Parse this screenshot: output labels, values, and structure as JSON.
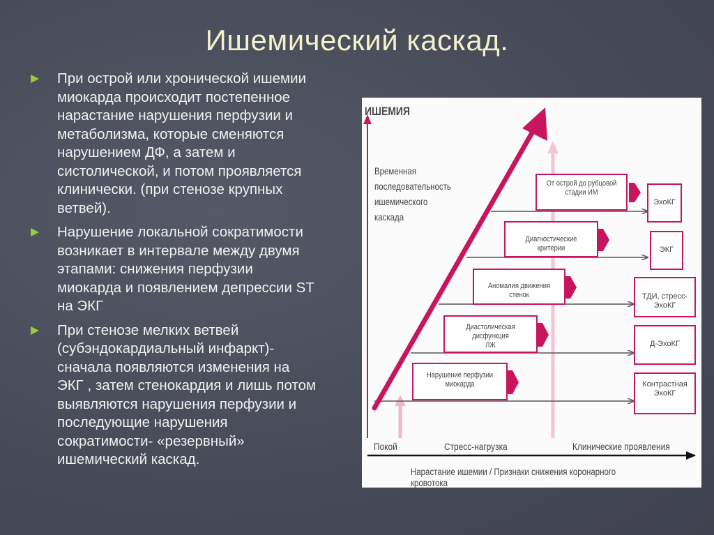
{
  "title": "Ишемический каскад.",
  "bullets": [
    {
      "text": "При острой  или хронической  ишемии\nмиокарда происходит постепенное\nнарастание  нарушения перфузии и\nметаболизма, которые сменяются\nнарушением ДФ, а затем и\nсистолической, и потом проявляется\nклинически. (при стенозе крупных\nветвей)."
    },
    {
      "text": "Нарушение локальной сократимости\nвозникает  в интервале между  двумя\nэтапами: снижения перфузии\nмиокарда  и появлением депрессии ST\nна ЭКГ"
    },
    {
      "text": "При стенозе мелких ветвей\n(субэндокардиальный инфаркт)-\nсначала появляются изменения на\nЭКГ , затем стенокардия и лишь потом\nвыявляются нарушения перфузии и\nпоследующие нарушения\nсократимости- «резервный»\nишемический каскад."
    }
  ],
  "diagram": {
    "y_axis_label": "ИШЕМИЯ",
    "sequence_label": "Временная\nпоследовательность\nишемического\nкаскада",
    "stages": [
      {
        "label": "От острой до рубцовой\nстадии ИМ",
        "method": "ЭхоКГ"
      },
      {
        "label": "Диагностические критерии",
        "method": "ЭКГ"
      },
      {
        "label": "Аномалия движения стенок",
        "method": "ТДИ, стресс-ЭхоКГ"
      },
      {
        "label": "Диастолическая дисфункция\nЛЖ",
        "method": "Д-ЭхоКГ"
      },
      {
        "label": "Нарушение перфузии\nмиокарда",
        "method": "Контрастная\nЭхоКГ"
      }
    ],
    "phases": [
      "Покой",
      "Стресс-нагрузка",
      "Клинические проявления"
    ],
    "x_axis_label": "Нарастание ишемии / Признаки снижения коронарного кровотока",
    "colors": {
      "accent": "#c8165e",
      "light_accent": "#f0a6c2",
      "line": "#555555"
    }
  }
}
